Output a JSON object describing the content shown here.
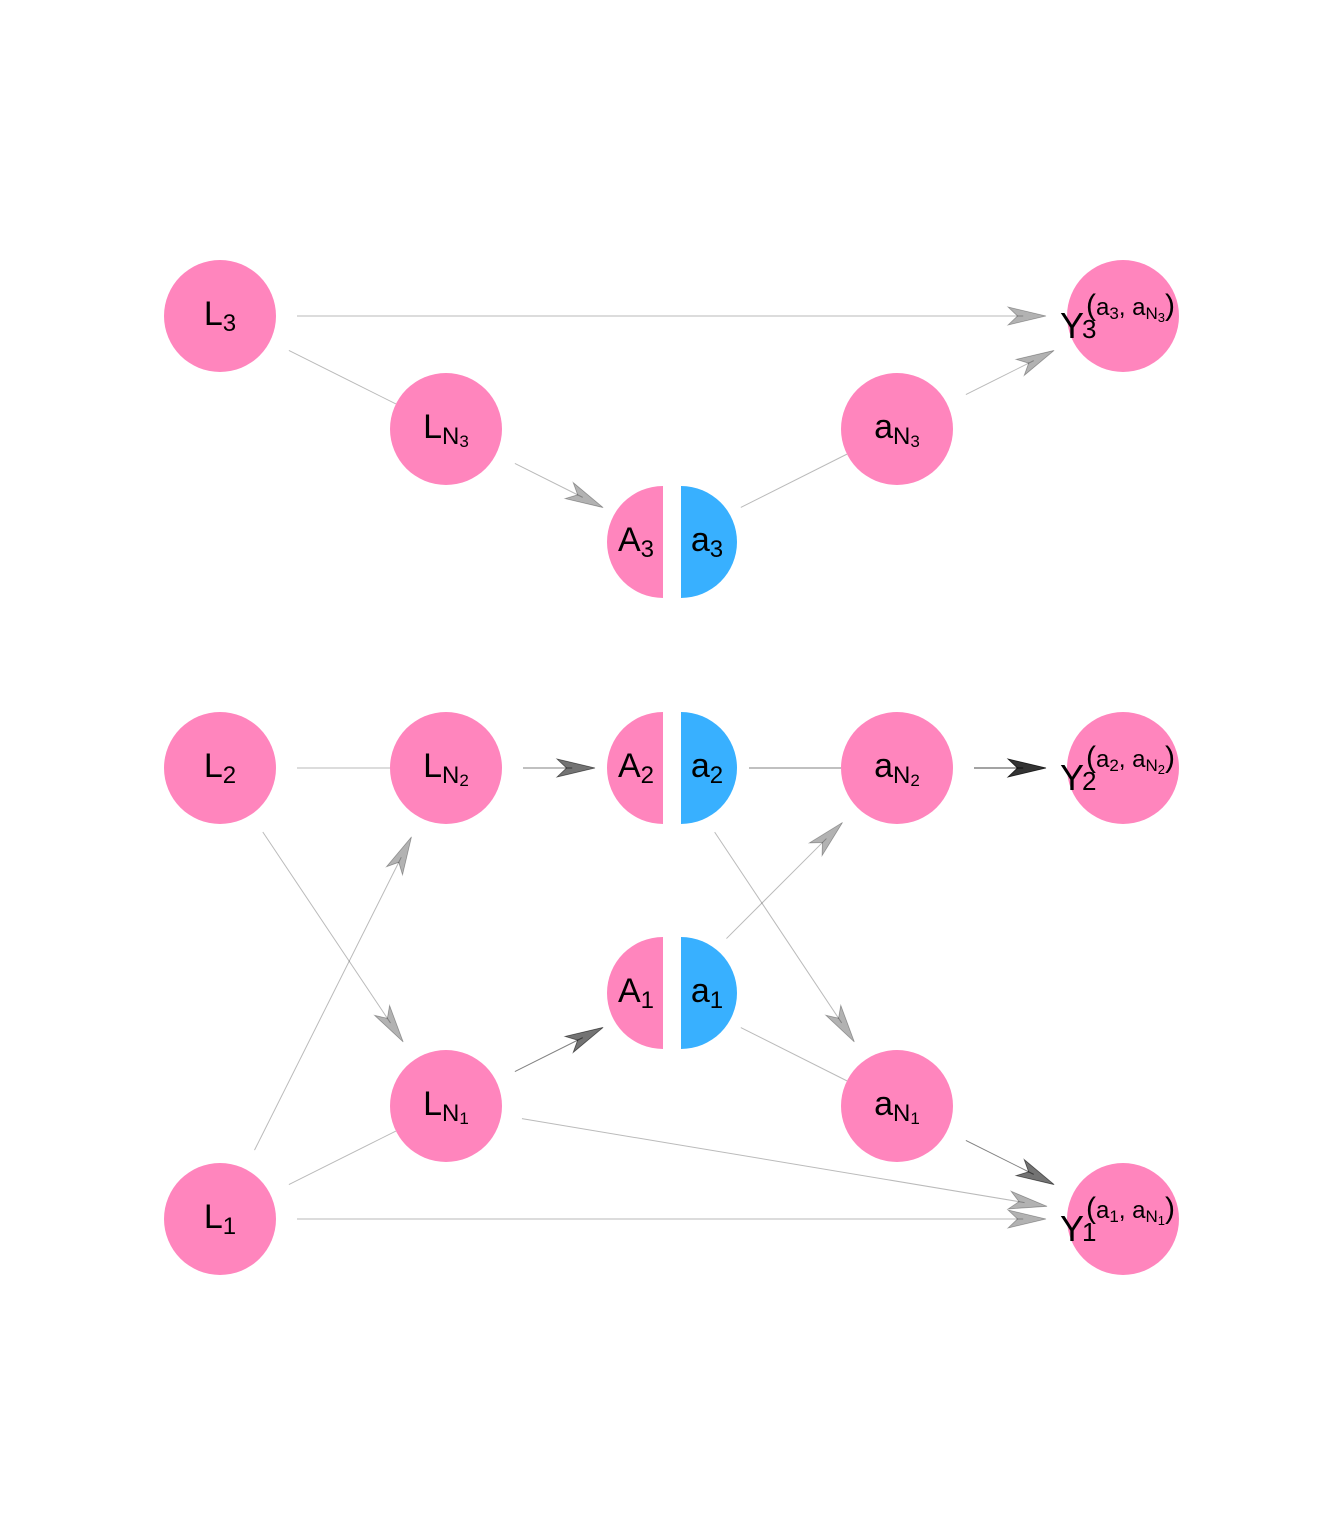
{
  "colors": {
    "node": "#FF85BD",
    "treatment": "#38B0FF",
    "edge": "#000000"
  },
  "nodes": [
    {
      "id": "L3",
      "type": "circle",
      "base": "L",
      "sub": "3"
    },
    {
      "id": "LN3",
      "type": "circle",
      "base": "L",
      "sub": "N",
      "subsub": "3"
    },
    {
      "id": "A3",
      "type": "split",
      "base": "A",
      "sub": "3",
      "right_base": "a",
      "right_sub": "3"
    },
    {
      "id": "aN3",
      "type": "circle",
      "base": "a",
      "sub": "N",
      "subsub": "3"
    },
    {
      "id": "Y3",
      "type": "outcome",
      "base": "Y",
      "sub": "3",
      "sup_a": "a",
      "sup_a_sub": "3",
      "sup_b": "a",
      "sup_b_sub": "N",
      "sup_b_subsub": "3"
    },
    {
      "id": "L2",
      "type": "circle",
      "base": "L",
      "sub": "2"
    },
    {
      "id": "LN2",
      "type": "circle",
      "base": "L",
      "sub": "N",
      "subsub": "2"
    },
    {
      "id": "A2",
      "type": "split",
      "base": "A",
      "sub": "2",
      "right_base": "a",
      "right_sub": "2"
    },
    {
      "id": "aN2",
      "type": "circle",
      "base": "a",
      "sub": "N",
      "subsub": "2"
    },
    {
      "id": "Y2",
      "type": "outcome",
      "base": "Y",
      "sub": "2",
      "sup_a": "a",
      "sup_a_sub": "2",
      "sup_b": "a",
      "sup_b_sub": "N",
      "sup_b_subsub": "2"
    },
    {
      "id": "A1",
      "type": "split",
      "base": "A",
      "sub": "1",
      "right_base": "a",
      "right_sub": "1"
    },
    {
      "id": "LN1",
      "type": "circle",
      "base": "L",
      "sub": "N",
      "subsub": "1"
    },
    {
      "id": "aN1",
      "type": "circle",
      "base": "a",
      "sub": "N",
      "subsub": "1"
    },
    {
      "id": "L1",
      "type": "circle",
      "base": "L",
      "sub": "1"
    },
    {
      "id": "Y1",
      "type": "outcome",
      "base": "Y",
      "sub": "1",
      "sup_a": "a",
      "sup_a_sub": "1",
      "sup_b": "a",
      "sup_b_sub": "N",
      "sup_b_subsub": "1"
    }
  ],
  "edges": [
    {
      "from": "L3",
      "to": "Y3",
      "weight": 0.3
    },
    {
      "from": "L3",
      "to": "LN3",
      "weight": 0.3,
      "hidden_head": true
    },
    {
      "from": "LN3",
      "to": "A3",
      "weight": 0.3
    },
    {
      "from": "A3",
      "to": "aN3",
      "weight": 0.3,
      "hidden_head": true
    },
    {
      "from": "aN3",
      "to": "Y3",
      "weight": 0.3
    },
    {
      "from": "L2",
      "to": "LN2",
      "weight": 0.3,
      "hidden_head": true
    },
    {
      "from": "LN2",
      "to": "A2",
      "weight": 0.55
    },
    {
      "from": "A2",
      "to": "aN2",
      "weight": 0.55,
      "hidden_head": true
    },
    {
      "from": "aN2",
      "to": "Y2",
      "weight": 0.8
    },
    {
      "from": "L2",
      "to": "LN1",
      "weight": 0.3
    },
    {
      "from": "L1",
      "to": "LN2",
      "weight": 0.3
    },
    {
      "from": "L1",
      "to": "LN1",
      "weight": 0.3,
      "hidden_head": true
    },
    {
      "from": "LN1",
      "to": "A1",
      "weight": 0.55
    },
    {
      "from": "A1",
      "to": "aN2",
      "weight": 0.3
    },
    {
      "from": "A2",
      "to": "aN1",
      "weight": 0.3
    },
    {
      "from": "A1",
      "to": "aN1",
      "weight": 0.3,
      "hidden_head": true
    },
    {
      "from": "aN1",
      "to": "Y1",
      "weight": 0.55
    },
    {
      "from": "LN1",
      "to": "Y1",
      "weight": 0.3
    },
    {
      "from": "L1",
      "to": "Y1",
      "weight": 0.3
    }
  ]
}
